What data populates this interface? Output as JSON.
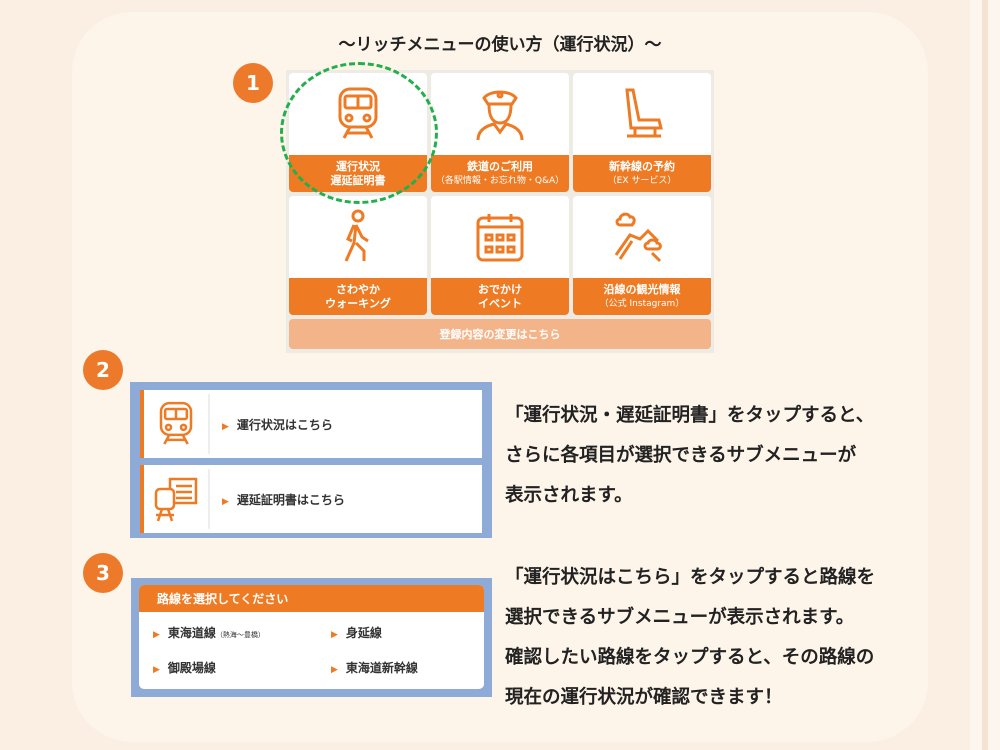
{
  "title": "～リッチメニューの使い方（運行状況）～",
  "steps": [
    "1",
    "2",
    "3"
  ],
  "menu": {
    "cells": [
      {
        "label": "運行状況",
        "sub": "遅延証明書",
        "icon": "train-icon"
      },
      {
        "label": "鉄道のご利用",
        "sub": "（各駅情報・お忘れ物・Q&A）",
        "icon": "conductor-icon"
      },
      {
        "label": "新幹線の予約",
        "sub": "（EX サービス）",
        "icon": "seat-icon"
      },
      {
        "label": "さわやか",
        "sub": "ウォーキング",
        "icon": "walking-icon"
      },
      {
        "label": "おでかけ",
        "sub": "イベント",
        "icon": "calendar-icon"
      },
      {
        "label": "沿線の観光情報",
        "sub": "（公式 Instagram）",
        "icon": "mountain-icon"
      }
    ],
    "register": "登録内容の変更はこちら"
  },
  "submenu": {
    "items": [
      "運行状況はこちら",
      "遅延証明書はこちら"
    ]
  },
  "lines": {
    "header": "路線を選択してください",
    "items": [
      {
        "name": "東海道線",
        "note": "（熱海～豊橋）"
      },
      {
        "name": "身延線",
        "note": ""
      },
      {
        "name": "御殿場線",
        "note": ""
      },
      {
        "name": "東海道新幹線",
        "note": ""
      }
    ]
  },
  "text2": [
    "「運行状況・遅延証明書」をタップすると、",
    "さらに各項目が選択できるサブメニューが",
    "表示されます。"
  ],
  "text3": [
    "「運行状況はこちら」をタップすると路線を",
    "選択できるサブメニューが表示されます。",
    "確認したい路線をタップすると、その路線の",
    "現在の運行状況が確認できます！"
  ]
}
